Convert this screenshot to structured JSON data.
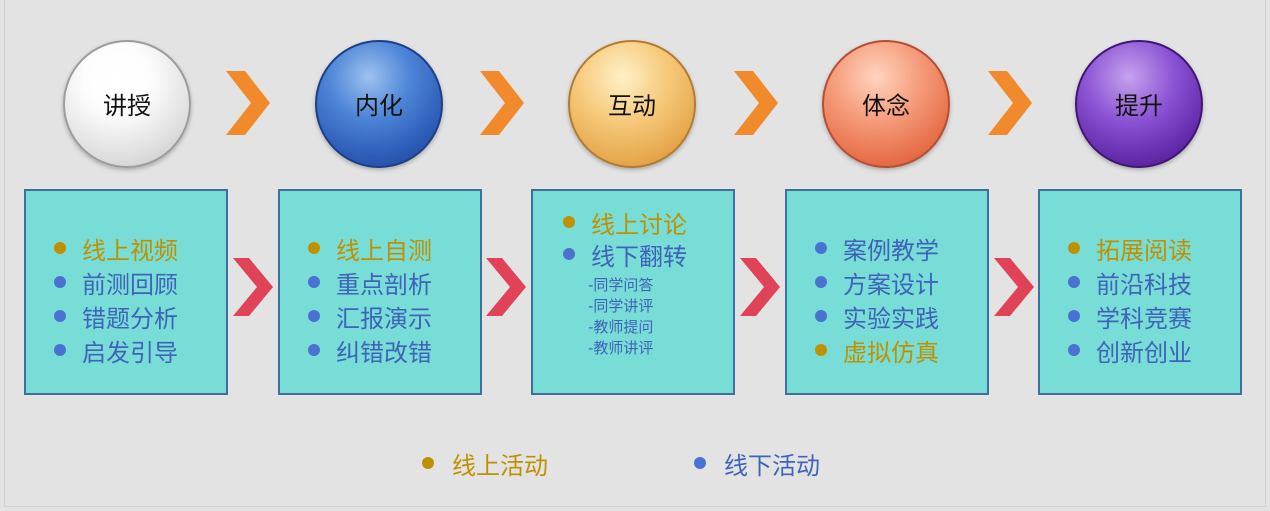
{
  "stages": [
    {
      "title": "讲授",
      "items": [
        {
          "text": "线上视频",
          "mode": "online"
        },
        {
          "text": "前测回顾",
          "mode": "offline"
        },
        {
          "text": "错题分析",
          "mode": "offline"
        },
        {
          "text": "启发引导",
          "mode": "offline"
        }
      ]
    },
    {
      "title": "内化",
      "items": [
        {
          "text": "线上自测",
          "mode": "online"
        },
        {
          "text": "重点剖析",
          "mode": "offline"
        },
        {
          "text": "汇报演示",
          "mode": "offline"
        },
        {
          "text": "纠错改错",
          "mode": "offline"
        }
      ]
    },
    {
      "title": "互动",
      "items": [
        {
          "text": "线上讨论",
          "mode": "online"
        },
        {
          "text": "线下翻转",
          "mode": "offline"
        }
      ],
      "sub_items": [
        "-同学问答",
        "-同学讲评",
        "-教师提问",
        "-教师讲评"
      ]
    },
    {
      "title": "体念",
      "items": [
        {
          "text": "案例教学",
          "mode": "offline"
        },
        {
          "text": "方案设计",
          "mode": "offline"
        },
        {
          "text": "实验实践",
          "mode": "offline"
        },
        {
          "text": "虚拟仿真",
          "mode": "online"
        }
      ]
    },
    {
      "title": "提升",
      "items": [
        {
          "text": "拓展阅读",
          "mode": "online"
        },
        {
          "text": "前沿科技",
          "mode": "offline"
        },
        {
          "text": "学科竞赛",
          "mode": "offline"
        },
        {
          "text": "创新创业",
          "mode": "offline"
        }
      ]
    }
  ],
  "legend": {
    "online": "线上活动",
    "offline": "线下活动"
  },
  "colors": {
    "online": "#bf9100",
    "offline": "#4a72d0",
    "box_fill": "#78ddd7",
    "box_border": "#3e6f9f",
    "arrow_orange": "#f18a2b",
    "arrow_red": "#e04358"
  }
}
